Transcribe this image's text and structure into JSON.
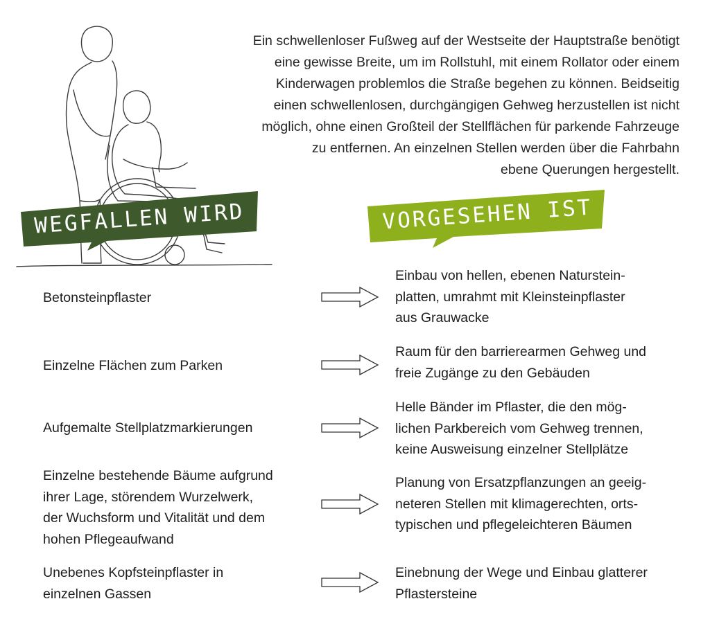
{
  "intro": {
    "lines": [
      "Ein schwellenloser Fußweg auf der Westseite der Hauptstraße benötigt",
      "eine gewisse Breite, um im Rollstuhl, mit einem Rollator oder einem",
      "Kinderwagen problemlos die Straße begehen zu können. Beidseitig",
      "einen schwellenlosen, durchgängigen Gehweg herzustellen ist nicht",
      "möglich, ohne einen Großteil der Stellflächen für parkende Fahrzeuge",
      "zu entfernen. An einzelnen Stellen werden über die Fahrbahn",
      "ebene Querungen hergestellt."
    ]
  },
  "banners": {
    "left": {
      "label": "WEGFALLEN WIRD",
      "color": "#3e5a2c"
    },
    "right": {
      "label": "VORGESEHEN IST",
      "color": "#8fb01d"
    }
  },
  "rows": [
    {
      "removed": [
        "Betonsteinpflaster"
      ],
      "planned": [
        "Einbau von hellen, ebenen Naturstein-",
        "platten, umrahmt mit Kleinsteinpflaster",
        "aus Grauwacke"
      ]
    },
    {
      "removed": [
        "Einzelne Flächen zum Parken"
      ],
      "planned": [
        "Raum für den barrierearmen Gehweg und",
        "freie Zugänge zu den Gebäuden"
      ]
    },
    {
      "removed": [
        "Aufgemalte Stellplatzmarkierungen"
      ],
      "planned": [
        "Helle Bänder im Pflaster, die den mög-",
        "lichen Parkbereich vom Gehweg trennen,",
        "keine Ausweisung einzelner Stellplätze"
      ]
    },
    {
      "removed": [
        "Einzelne bestehende Bäume aufgrund",
        "ihrer Lage, störendem Wurzelwerk,",
        "der Wuchsform und Vitalität und dem",
        "hohen Pflegeaufwand"
      ],
      "planned": [
        "Planung von Ersatzpflanzungen an geeig-",
        "neteren Stellen mit klimagerechten, orts-",
        "typischen und pflegeleichteren Bäumen"
      ]
    },
    {
      "removed": [
        "Unebenes Kopfsteinpflaster in",
        "einzelnen Gassen"
      ],
      "planned": [
        "Einebnung der Wege und Einbau glatterer",
        "Pflastersteine"
      ]
    }
  ]
}
